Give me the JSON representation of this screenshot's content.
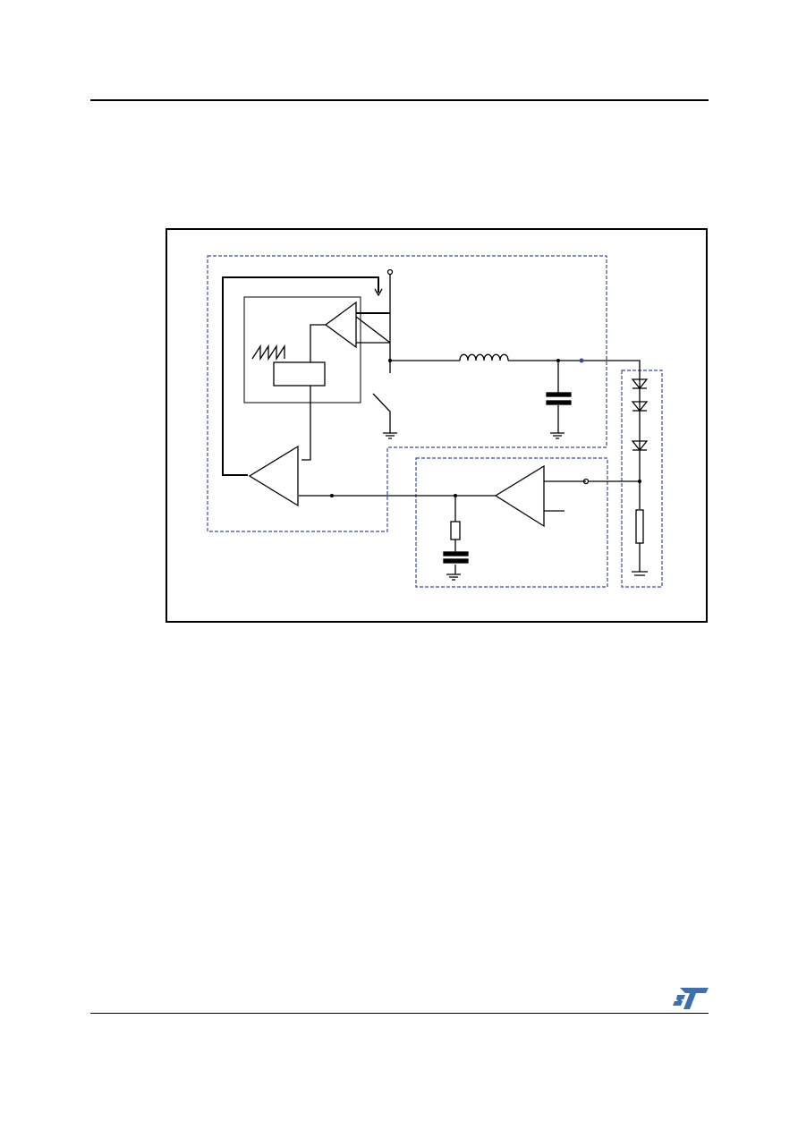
{
  "header": {
    "rule": "top"
  },
  "figure": {
    "type": "schematic",
    "components": [
      "pwm-controller-block",
      "sawtooth-oscillator",
      "comparator",
      "high-side-switch",
      "low-side-switch",
      "output-inductor",
      "output-capacitor",
      "error-amplifier",
      "sense-amplifier",
      "rc-compensation-network",
      "led-string",
      "sense-resistor",
      "ground"
    ],
    "colors": {
      "region_border": "#3a4aa0",
      "wire": "#000000",
      "capacitor": "#000000"
    }
  },
  "footer": {
    "logo": "st-logo",
    "logo_color": "#3e6fb0"
  }
}
